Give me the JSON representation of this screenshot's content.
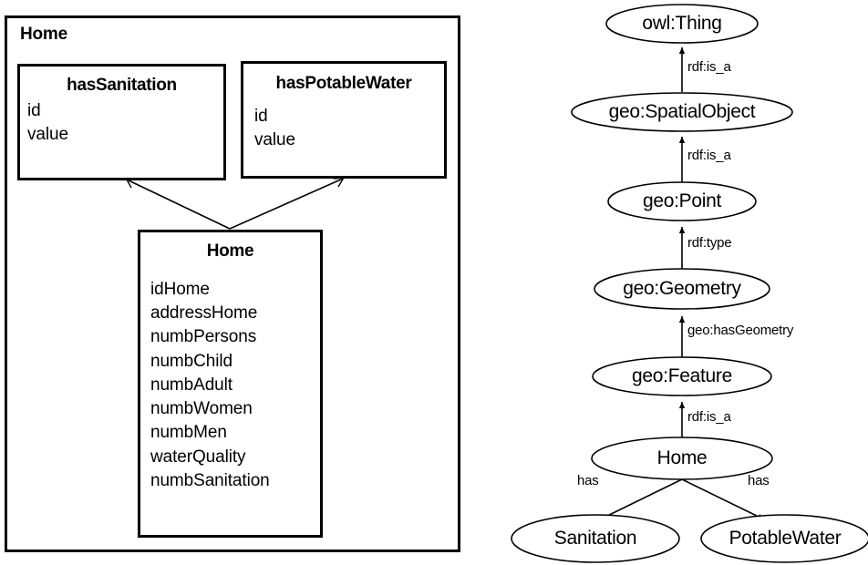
{
  "figure": {
    "left_panel": {
      "outer_box_label": "Home",
      "boxes": [
        {
          "name": "has-sanitation",
          "title": "hasSanitation",
          "attributes": [
            "id",
            "value"
          ]
        },
        {
          "name": "has-potable-water",
          "title": "hasPotableWater",
          "attributes": [
            "id",
            "value"
          ]
        },
        {
          "name": "home-class",
          "title": "Home",
          "attributes": [
            "idHome",
            "addressHome",
            "numbPersons",
            "numbChild",
            "numbAdult",
            "numbWomen",
            "numbMen",
            "waterQuality",
            "numbSanitation"
          ]
        }
      ],
      "associations": [
        {
          "from": "home-class",
          "to": "has-sanitation",
          "arrow": "open-arrow"
        },
        {
          "from": "home-class",
          "to": "has-potable-water",
          "arrow": "open-arrow"
        }
      ]
    },
    "right_panel": {
      "nodes": [
        {
          "id": "owl-thing",
          "label": "owl:Thing"
        },
        {
          "id": "geo-spatialobject",
          "label": "geo:SpatialObject"
        },
        {
          "id": "geo-point",
          "label": "geo:Point"
        },
        {
          "id": "geo-geometry",
          "label": "geo:Geometry"
        },
        {
          "id": "geo-feature",
          "label": "geo:Feature"
        },
        {
          "id": "home",
          "label": "Home"
        },
        {
          "id": "sanitation",
          "label": "Sanitation"
        },
        {
          "id": "potablewater",
          "label": "PotableWater"
        }
      ],
      "edges": [
        {
          "id": "e1",
          "from": "geo-spatialobject",
          "to": "owl-thing",
          "label": "rdf:is_a"
        },
        {
          "id": "e2",
          "from": "geo-point",
          "to": "geo-spatialobject",
          "label": "rdf:is_a"
        },
        {
          "id": "e3",
          "from": "geo-geometry",
          "to": "geo-point",
          "label": "rdf:type"
        },
        {
          "id": "e4",
          "from": "geo-feature",
          "to": "geo-geometry",
          "label": "geo:hasGeometry"
        },
        {
          "id": "e5",
          "from": "home",
          "to": "geo-feature",
          "label": "rdf:is_a"
        },
        {
          "id": "e6",
          "from": "home",
          "to": "sanitation",
          "label": "has"
        },
        {
          "id": "e7",
          "from": "home",
          "to": "potablewater",
          "label": "has"
        }
      ]
    },
    "colors": {
      "stroke": "#000000",
      "background": "#ffffff"
    }
  }
}
